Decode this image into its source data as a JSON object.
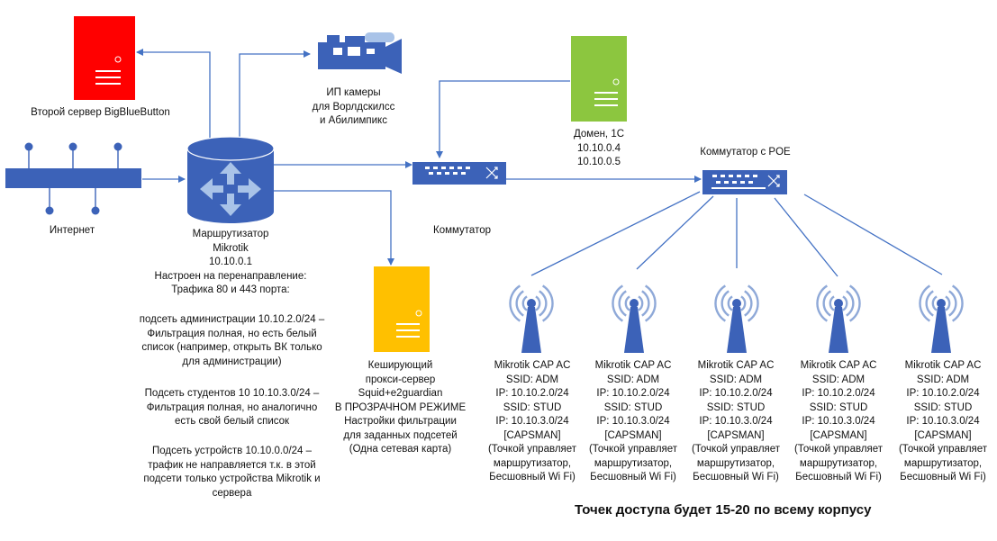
{
  "colors": {
    "line": "#4472c4",
    "device_blue": "#3c62b8",
    "server_red": "#ff0000",
    "server_green": "#8cc63f",
    "server_yellow": "#ffc000",
    "ap_blue": "#3c62b8"
  },
  "icons": {
    "red_server": "server-tower-icon",
    "camera": "video-camera-icon",
    "green_server": "server-tower-icon",
    "internet_bus": "network-bus-icon",
    "router": "router-cylinder-icon",
    "switch": "network-switch-icon",
    "poe_switch": "network-switch-icon",
    "proxy_server": "server-tower-icon",
    "access_point": "wireless-antenna-icon"
  },
  "nodes": {
    "bbb_server": {
      "label": "Второй сервер BigBlueButton"
    },
    "camera": {
      "lines": [
        "ИП камеры",
        "для Ворлдскилсс",
        "и Абилимпикс"
      ]
    },
    "domain_server": {
      "lines": [
        "Домен, 1С",
        "10.10.0.4",
        "10.10.0.5"
      ]
    },
    "internet": {
      "label": "Интернет"
    },
    "router": {
      "lines": [
        "Маршрутизатор",
        "Mikrotik",
        "10.10.0.1",
        "Настроен на перенаправление:",
        "Трафика 80 и 443 порта:"
      ],
      "admin_lines": [
        "подсеть администрации 10.10.2.0/24 –",
        "Фильтрация полная, но есть белый",
        "список (например, открыть ВК только",
        "для администрации)"
      ],
      "student_lines": [
        "Подсеть студентов 10 10.10.3.0/24 –",
        "Фильтрация полная, но аналогично",
        "есть свой белый список"
      ],
      "device_lines": [
        "Подсеть устройств  10.10.0.0/24 –",
        "трафик не направляется т.к. в этой",
        "подсети только устройства Mikrotik и",
        "сервера"
      ]
    },
    "switch": {
      "label": "Коммутатор"
    },
    "poe_switch": {
      "label": "Коммутатор с POE"
    },
    "proxy": {
      "lines": [
        "Кеширующий",
        "прокси-сервер",
        "Squid+e2guardian",
        "В ПРОЗРАЧНОМ РЕЖИМЕ",
        "Настройки фильтрации",
        "для заданных подсетей",
        "(Одна сетевая карта)"
      ]
    },
    "access_points": [
      {
        "lines": [
          "Mikrotik CAP AC",
          "SSID: ADM",
          "IP: 10.10.2.0/24",
          "SSID: STUD",
          "IP: 10.10.3.0/24",
          "[CAPSMAN]",
          "(Точкой управляет",
          "маршрутизатор,",
          "Бесшовный Wi Fi)"
        ]
      },
      {
        "lines": [
          "Mikrotik CAP AC",
          "SSID: ADM",
          "IP: 10.10.2.0/24",
          "SSID: STUD",
          "IP: 10.10.3.0/24",
          "[CAPSMAN]",
          "(Точкой управляет",
          "маршрутизатор,",
          "Бесшовный Wi Fi)"
        ]
      },
      {
        "lines": [
          "Mikrotik CAP AC",
          "SSID: ADM",
          "IP: 10.10.2.0/24",
          "SSID: STUD",
          "IP: 10.10.3.0/24",
          "[CAPSMAN]",
          "(Точкой управляет",
          "маршрутизатор,",
          "Бесшовный Wi Fi)"
        ]
      },
      {
        "lines": [
          "Mikrotik CAP AC",
          "SSID: ADM",
          "IP: 10.10.2.0/24",
          "SSID: STUD",
          "IP: 10.10.3.0/24",
          "[CAPSMAN]",
          "(Точкой управляет",
          "маршрутизатор,",
          "Бесшовный Wi Fi)"
        ]
      },
      {
        "lines": [
          "Mikrotik CAP AC",
          "SSID: ADM",
          "IP: 10.10.2.0/24",
          "SSID: STUD",
          "IP: 10.10.3.0/24",
          "[CAPSMAN]",
          "(Точкой управляет",
          "маршрутизатор,",
          "Бесшовный Wi Fi)"
        ]
      }
    ]
  },
  "footer": "Точек доступа будет 15-20 по всему корпусу"
}
